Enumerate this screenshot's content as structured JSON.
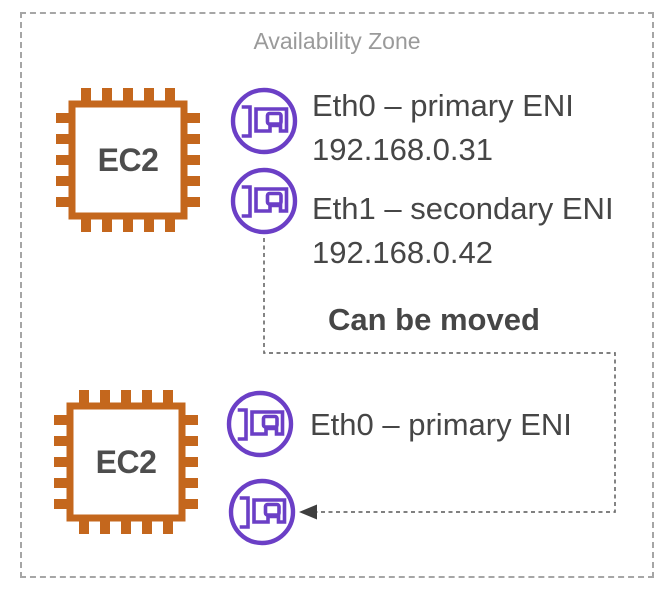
{
  "diagram": {
    "zone_label": "Availability Zone",
    "annotation": "Can be moved"
  },
  "instances": {
    "top": {
      "label": "EC2",
      "eni1": {
        "name": "Eth0 – primary ENI",
        "ip": "192.168.0.31"
      },
      "eni2": {
        "name": "Eth1 – secondary ENI",
        "ip": "192.168.0.42"
      }
    },
    "bottom": {
      "label": "EC2",
      "eni1": {
        "name": "Eth0 – primary ENI"
      }
    }
  },
  "icons": {
    "ec2": "ec2-chip-icon",
    "eni": "elastic-network-interface-icon",
    "arrow": "move-arrow-icon"
  },
  "colors": {
    "ec2_orange": "#c4671d",
    "eni_purple": "#6b3fc6",
    "text_dark": "#464646",
    "zone_gray": "#9a9a9a",
    "border_gray": "#a6a6a6",
    "connector_gray": "#6f6f6f",
    "arrow_dark": "#3f3f3f"
  }
}
